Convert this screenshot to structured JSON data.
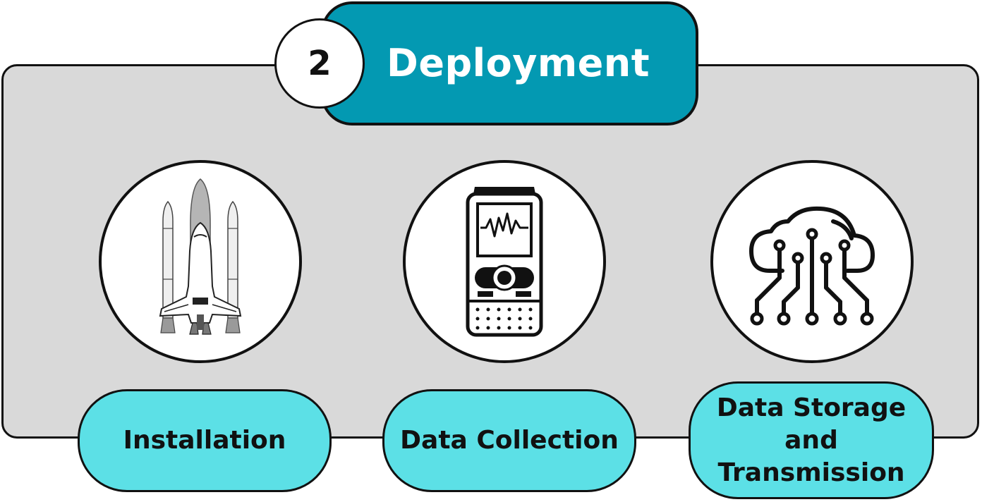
{
  "header": {
    "step_number": "2",
    "title": "Deployment"
  },
  "stages": [
    {
      "label": "Installation",
      "icon": "space-shuttle-icon"
    },
    {
      "label": "Data Collection",
      "icon": "data-logger-device-icon"
    },
    {
      "label": "Data Storage and Transmission",
      "icon": "cloud-circuit-icon"
    }
  ],
  "colors": {
    "header": "#0399b2",
    "labels": "#5ce0e6",
    "panel": "#d9d9d9"
  }
}
